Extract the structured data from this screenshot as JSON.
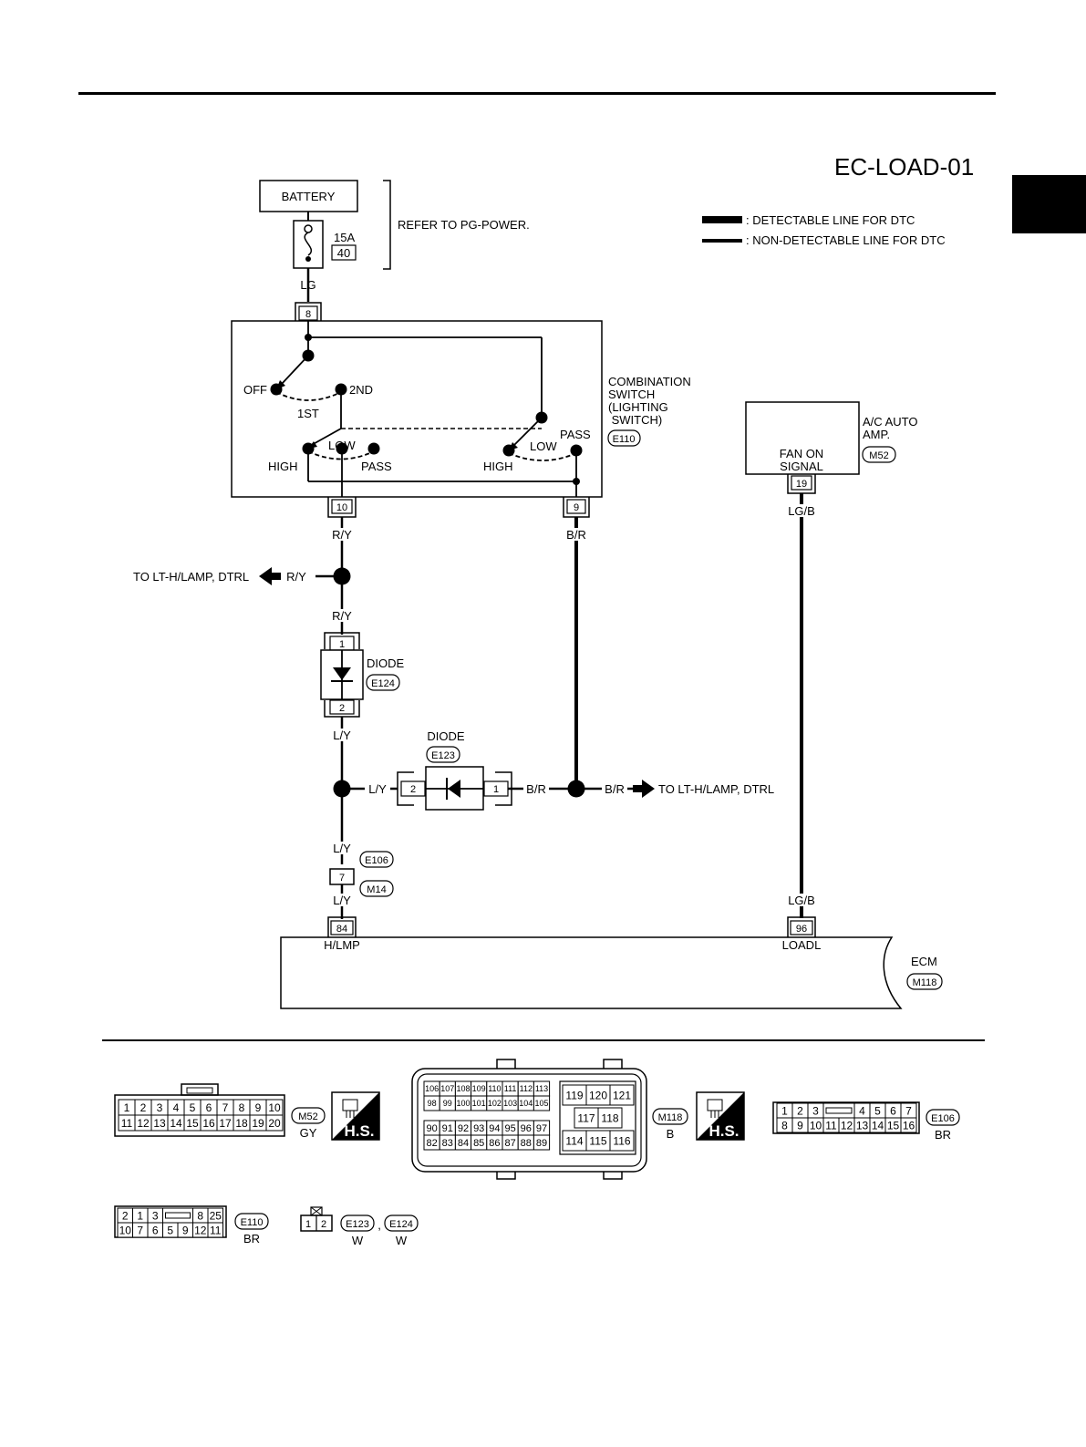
{
  "page_id": "EC-LOAD-01",
  "legend": {
    "detectable": ": DETECTABLE LINE FOR DTC",
    "non_detectable": ": NON-DETECTABLE LINE FOR DTC"
  },
  "battery": {
    "label": "BATTERY",
    "fuse_amp": "15A",
    "fuse_no": "40",
    "refer": "REFER TO PG-POWER."
  },
  "wires": {
    "lg": "LG",
    "ry": "R/Y",
    "br": "B/R",
    "ly": "L/Y",
    "lgb": "LG/B"
  },
  "combination_switch": {
    "name": [
      "COMBINATION",
      "SWITCH",
      "(LIGHTING",
      " SWITCH)"
    ],
    "connector": "E110",
    "terminals": {
      "in": "8",
      "out_a": "10",
      "out_b": "9"
    },
    "positions": {
      "off": "OFF",
      "first": "1ST",
      "second": "2ND",
      "high": "HIGH",
      "low": "LOW",
      "pass": "PASS"
    }
  },
  "ac_amp": {
    "name": [
      "A/C AUTO",
      "AMP."
    ],
    "connector": "M52",
    "signal": [
      "FAN ON",
      "SIGNAL"
    ],
    "terminal": "19"
  },
  "splices": {
    "left": "TO LT-H/LAMP, DTRL",
    "right": "TO LT-H/LAMP, DTRL"
  },
  "diode_1": {
    "name": "DIODE",
    "connector": "E124",
    "pin_top": "1",
    "pin_bottom": "2"
  },
  "diode_2": {
    "name": "DIODE",
    "connector": "E123",
    "pin_left": "2",
    "pin_right": "1"
  },
  "joint": {
    "connector_top": "E106",
    "connector_bottom": "M14",
    "pin": "7"
  },
  "ecm": {
    "name": "ECM",
    "connector": "M118",
    "pin_hlmp": "84",
    "label_hlmp": "H/LMP",
    "pin_loadl": "96",
    "label_loadl": "LOADL"
  },
  "connector_views": {
    "m52": {
      "id": "M52",
      "color": "GY",
      "row1": [
        "1",
        "2",
        "3",
        "4",
        "5",
        "6",
        "7",
        "8",
        "9",
        "10"
      ],
      "row2": [
        "11",
        "12",
        "13",
        "14",
        "15",
        "16",
        "17",
        "18",
        "19",
        "20"
      ]
    },
    "m118": {
      "id": "M118",
      "color": "B",
      "a1": [
        "106",
        "107",
        "108",
        "109",
        "110",
        "111",
        "112",
        "113"
      ],
      "a2": [
        "98",
        "99",
        "100",
        "101",
        "102",
        "103",
        "104",
        "105"
      ],
      "b1": [
        "90",
        "91",
        "92",
        "93",
        "94",
        "95",
        "96",
        "97"
      ],
      "b2": [
        "82",
        "83",
        "84",
        "85",
        "86",
        "87",
        "88",
        "89"
      ],
      "c1": [
        "119",
        "120",
        "121"
      ],
      "c2": [
        "117",
        "118"
      ],
      "c3": [
        "114",
        "115",
        "116"
      ]
    },
    "e106": {
      "id": "E106",
      "color": "BR",
      "row1": [
        "1",
        "2",
        "3",
        "",
        "4",
        "5",
        "6",
        "7"
      ],
      "row2": [
        "8",
        "9",
        "10",
        "11",
        "12",
        "13",
        "14",
        "15",
        "16"
      ]
    },
    "e110": {
      "id": "E110",
      "color": "BR",
      "row1": [
        "2",
        "1",
        "3",
        "",
        "8",
        "25"
      ],
      "row2": [
        "10",
        "7",
        "6",
        "5",
        "9",
        "12",
        "11"
      ]
    },
    "diode": {
      "pins": [
        "1",
        "2"
      ],
      "sep": ",",
      "ids": [
        "E123",
        "E124"
      ],
      "colors": [
        "W",
        "W"
      ]
    },
    "hs": "H.S."
  }
}
